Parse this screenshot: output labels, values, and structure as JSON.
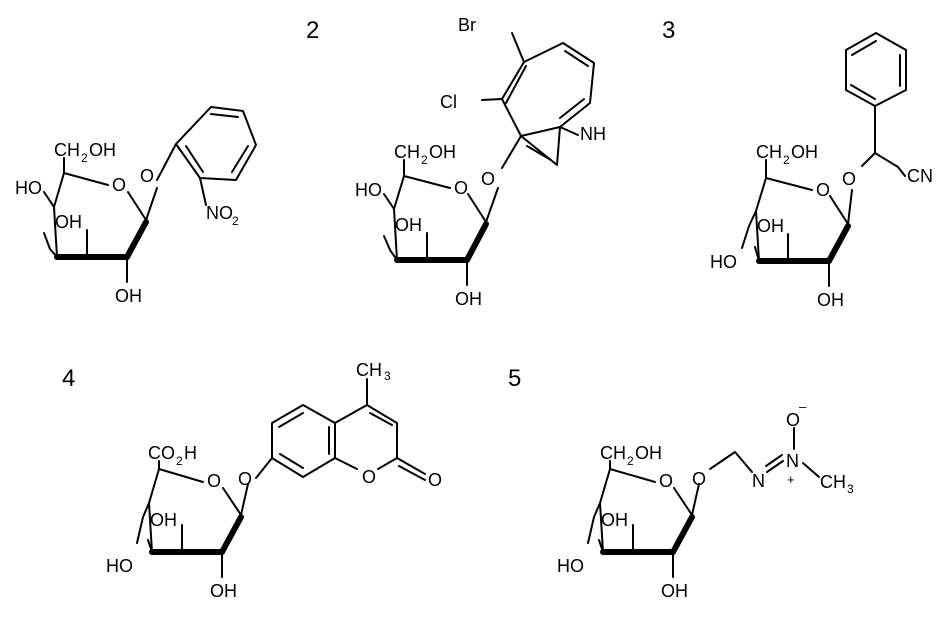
{
  "labels": {
    "n2": "2",
    "n3": "3",
    "n4": "4",
    "n5": "5",
    "c1": {
      "ch2oh": "CH",
      "ch2oh_sub": "2",
      "ch2oh_oh": "OH",
      "ho": "HO",
      "oh_mid": "OH",
      "oh_bot": "OH",
      "ring_o": "O",
      "link_o": "O",
      "no2_n": "NO",
      "no2_sub": "2"
    },
    "c2": {
      "br": "Br",
      "cl": "Cl",
      "nh": "NH",
      "ch2oh": "CH",
      "ch2oh_sub": "2",
      "ch2oh_oh": "OH",
      "ho": "HO",
      "oh_mid": "OH",
      "oh_bot": "OH",
      "ring_o": "O",
      "link_o": "O"
    },
    "c3": {
      "ch2oh": "CH",
      "ch2oh_sub": "2",
      "ch2oh_oh": "OH",
      "ho": "HO",
      "oh_mid": "OH",
      "oh_bot": "OH",
      "ring_o": "O",
      "link_o": "O",
      "cn": "CN"
    },
    "c4": {
      "co2h_a": "CO",
      "co2h_sub": "2",
      "co2h_b": "H",
      "ho": "HO",
      "oh_mid": "OH",
      "oh_bot": "OH",
      "ring_o": "O",
      "link_o": "O",
      "ch3_a": "CH",
      "ch3_sub": "3",
      "lactone_o": "O",
      "carbonyl_o": "O"
    },
    "c5": {
      "ch2oh": "CH",
      "ch2oh_sub": "2",
      "ch2oh_oh": "OH",
      "ho": "HO",
      "oh_mid": "OH",
      "oh_bot": "OH",
      "ring_o": "O",
      "link_o": "O",
      "n_left": "N",
      "n_right": "N",
      "plus": "+",
      "o_top": "O",
      "minus": "–",
      "ch3_a": "CH",
      "ch3_sub": "3"
    }
  }
}
